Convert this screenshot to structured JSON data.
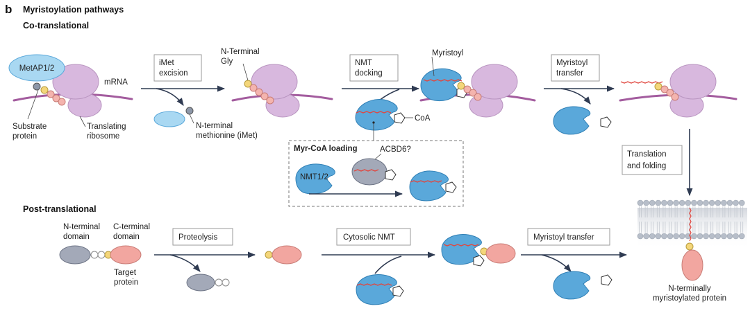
{
  "panel_label": "b",
  "title": "Myristoylation pathways",
  "sections": {
    "co": "Co-translational",
    "post": "Post-translational"
  },
  "labels": {
    "metap": "MetAP1/2",
    "mrna": "mRNA",
    "substrate_1": "Substrate",
    "substrate_2": "protein",
    "ribosome_1": "Translating",
    "ribosome_2": "ribosome",
    "nterm_gly_1": "N-Terminal",
    "nterm_gly_2": "Gly",
    "imet_1": "N-terminal",
    "imet_2": "methionine (iMet)",
    "myristoyl": "Myristoyl",
    "coa": "CoA",
    "myr_coa_loading": "Myr-CoA loading",
    "acbd6": "ACBD6?",
    "nmt": "NMT1/2",
    "n_domain_1": "N-terminal",
    "n_domain_2": "domain",
    "c_domain_1": "C-terminal",
    "c_domain_2": "domain",
    "target_1": "Target",
    "target_2": "protein",
    "final_1": "N-terminally",
    "final_2": "myristoylated protein"
  },
  "steps": {
    "imet_excision_1": "iMet",
    "imet_excision_2": "excision",
    "nmt_docking_1": "NMT",
    "nmt_docking_2": "docking",
    "myristoyl_transfer_1": "Myristoyl",
    "myristoyl_transfer_2": "transfer",
    "translation_1": "Translation",
    "translation_2": "and folding",
    "proteolysis": "Proteolysis",
    "cytosolic_nmt": "Cytosolic NMT",
    "myristoyl_transfer_post": "Myristoyl transfer"
  },
  "colors": {
    "ribosome": "#d8b8de",
    "ribosome_edge": "#b995c0",
    "mrna": "#a35c9e",
    "nmt_blue": "#5aa8da",
    "metap_blue": "#a9d8f2",
    "acbd6_grey": "#a3a9b8",
    "target_salmon": "#f2a6a0",
    "nterm_yellow": "#f4d67a",
    "bead_pink": "#f4b4ae",
    "myristoyl_red": "#e0473f",
    "arrow": "#2f3b52",
    "membrane_head": "#b7bec9"
  }
}
